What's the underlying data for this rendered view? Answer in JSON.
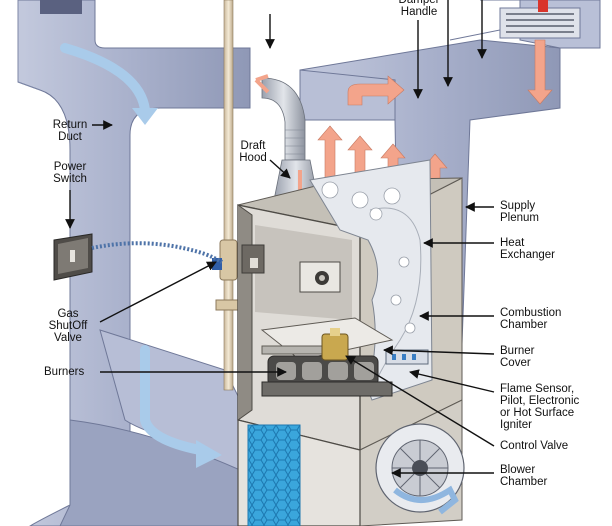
{
  "labels": {
    "damper_handle": "Damper\nHandle",
    "return_duct": "Return\nDuct",
    "power_switch": "Power\nSwitch",
    "draft_hood": "Draft\nHood",
    "supply_plenum": "Supply\nPlenum",
    "heat_exchanger": "Heat\nExchanger",
    "gas_shutoff_valve": "Gas\nShutOff\nValve",
    "combustion_chamber": "Combustion\nChamber",
    "burner_cover": "Burner\nCover",
    "burners": "Burners",
    "flame_sensor": "Flame Sensor,\nPilot, Electronic\nor Hot Surface\nIgniter",
    "control_valve": "Control Valve",
    "blower_chamber": "Blower\nChamber"
  },
  "colors": {
    "duct": "#a9b1cc",
    "duct_dark": "#8a93b3",
    "duct_light": "#c4cade",
    "cold_air": "#a6c7e6",
    "warm_air": "#f4a58c",
    "filter": "#39a7dc",
    "cabinet": "#6f6c66"
  }
}
